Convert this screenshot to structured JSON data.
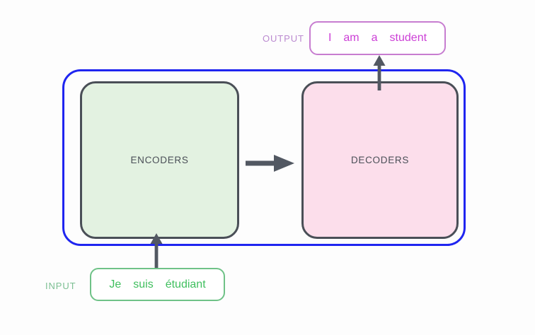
{
  "diagram": {
    "title_semantic": "transformer-encoder-decoder-overview",
    "colors": {
      "outer_border_blue": "#1f25f0",
      "stack_border_gray": "#4a4f57",
      "encoders_fill": "#e3f2e1",
      "decoders_fill": "#fcdeeb",
      "arrow_gray": "#525862",
      "output_border_purple": "#c77dd0",
      "output_text_purple": "#cc3fd6",
      "output_label_purple": "#bb8ad0",
      "input_border_green": "#6fc287",
      "input_text_green": "#3fbf5e",
      "input_label_green": "#7cbf93",
      "background": "#fdfdfd"
    },
    "blocks": {
      "encoders": {
        "label": "ENCODERS"
      },
      "decoders": {
        "label": "DECODERS"
      }
    },
    "output": {
      "caption": "OUTPUT",
      "tokens": [
        "I",
        "am",
        "a",
        "student"
      ]
    },
    "input": {
      "caption": "INPUT",
      "tokens": [
        "Je",
        "suis",
        "étudiant"
      ]
    },
    "arrows": {
      "encoders_to_decoders": "right-arrow",
      "input_to_encoders": "up-arrow",
      "decoders_to_output": "up-arrow"
    }
  }
}
